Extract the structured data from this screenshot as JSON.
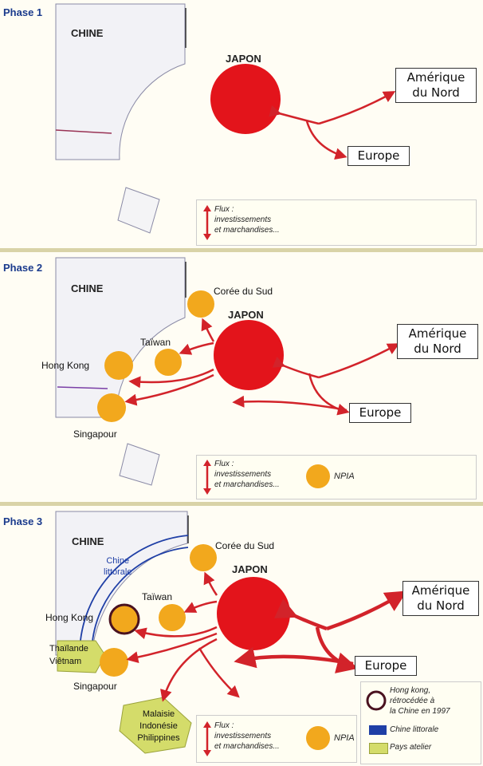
{
  "phase1": {
    "title": "Phase 1",
    "china": "CHINE",
    "japan": "JAPON",
    "america": [
      "Amérique",
      "du Nord"
    ],
    "europe": "Europe",
    "legend_flux": [
      "Flux :",
      "investissements",
      "et marchandises..."
    ]
  },
  "phase2": {
    "title": "Phase 2",
    "china": "CHINE",
    "japan": "JAPON",
    "korea": "Corée du Sud",
    "taiwan": "Taïwan",
    "hongkong": "Hong Kong",
    "singapore": "Singapour",
    "america": [
      "Amérique",
      "du Nord"
    ],
    "europe": "Europe",
    "legend_flux": [
      "Flux :",
      "investissements",
      "et marchandises..."
    ],
    "legend_npia": "NPIA"
  },
  "phase3": {
    "title": "Phase 3",
    "china": "CHINE",
    "japan": "JAPON",
    "china_coast": [
      "Chine",
      "littorale"
    ],
    "korea": "Corée du Sud",
    "taiwan": "Taïwan",
    "hongkong": "Hong Kong",
    "singapore": "Singapour",
    "thai_viet": [
      "Thaïlande",
      "Viêtnam"
    ],
    "mip": [
      "Malaisie",
      "Indonésie",
      "Philippines"
    ],
    "america": [
      "Amérique",
      "du Nord"
    ],
    "europe": "Europe",
    "legend_flux": [
      "Flux :",
      "investissements",
      "et marchandises..."
    ],
    "legend_npia": "NPIA",
    "legend_hk": [
      "Hong kong,",
      "rétrocédée à",
      "la Chine en 1997"
    ],
    "legend_coast": "Chine littorale",
    "legend_workshop": "Pays atelier"
  },
  "colors": {
    "japan_red": "#e3141b",
    "npia_orange": "#f2a81d",
    "arrow_red": "#d2232a",
    "coast_blue": "#1f3fa6",
    "workshop_yellow": "#d4dc6a",
    "hk_ring": "#4a1220"
  }
}
